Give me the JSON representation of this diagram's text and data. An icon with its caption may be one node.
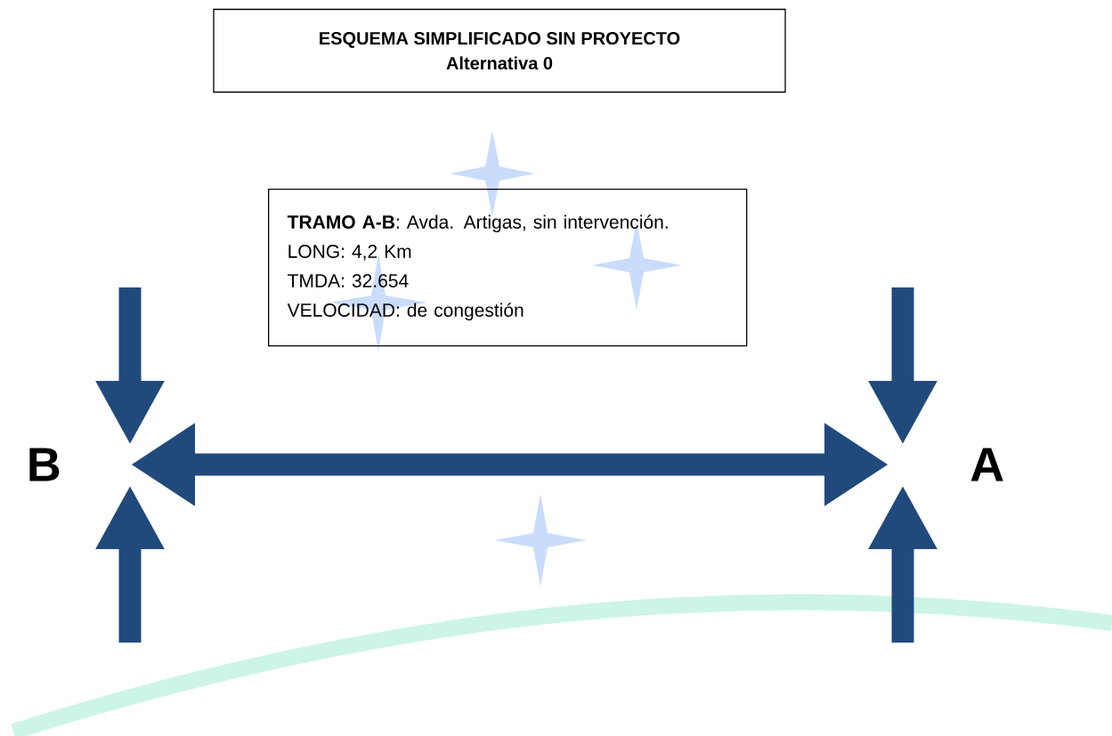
{
  "diagram": {
    "nodes": [
      {
        "text": [
          "ESQUEMA SIMPLIFICADO SIN PROYECTO",
          "Alternativa 0"
        ]
      },
      {
        "text": [
          "**TRAMO A-B**: Avda. Artigas, sin intervención.",
          "LONG: 4,2 Km",
          "TMDA: 32.654",
          "VELOCIDAD: de congestión"
        ]
      },
      {
        "text": [
          "B"
        ]
      },
      {
        "text": [
          "A"
        ]
      }
    ],
    "edges": [
      {
        "from": 2,
        "to": 3,
        "arrow": "both"
      }
    ]
  }
}
